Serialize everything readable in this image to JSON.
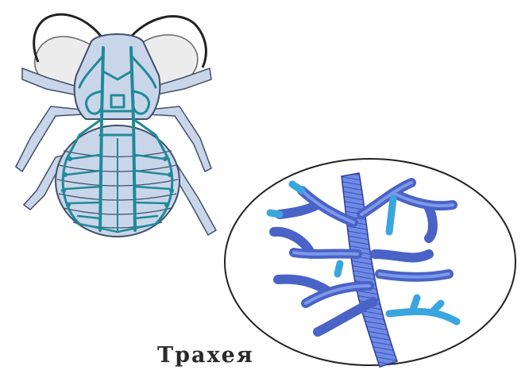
{
  "caption": "Трахея",
  "colors": {
    "trachea_teal": "#1f8a98",
    "body_fill": "#c9d6ea",
    "body_outline": "#41506a",
    "wing_fill": "#ececec",
    "branch_dark": "#4a63c7",
    "branch_light": "#6f9bf0",
    "branch_cyan": "#3aa6e0"
  },
  "icons": [
    "cockroach-illustration",
    "trachea-magnified-illustration"
  ]
}
